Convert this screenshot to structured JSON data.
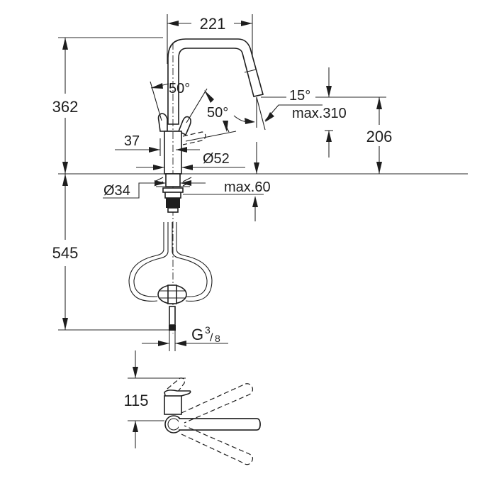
{
  "drawing": {
    "type": "faucet technical dimension drawing",
    "colors": {
      "line": "#1e1e1e",
      "background": "#ffffff"
    },
    "dimensions": {
      "spout_reach": "221",
      "total_height": "362",
      "lever_angle_1": "50°",
      "lever_angle_2": "50°",
      "spray_angle": "15°",
      "spray_max": "max.310",
      "outlet_height": "206",
      "lever_offset": "37",
      "body_diameter": "Ø52",
      "shank_diameter": "Ø34",
      "countertop_max": "max.60",
      "hose_length": "545",
      "connection_thread_main": "G",
      "connection_thread_num": "3",
      "connection_thread_den": "8",
      "top_view_depth": "115"
    }
  }
}
